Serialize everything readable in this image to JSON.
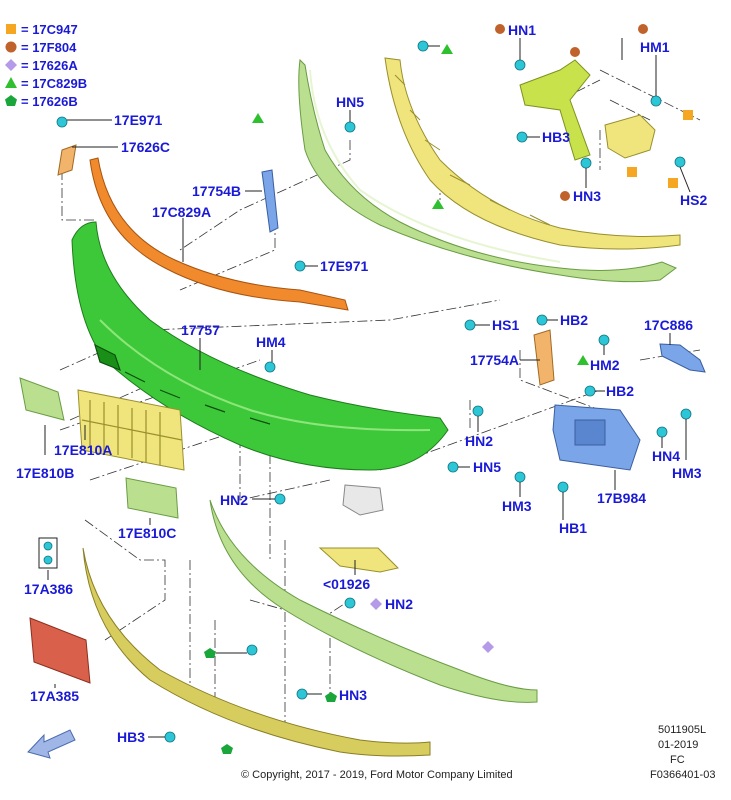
{
  "legend": [
    {
      "symbol": "square",
      "color": "#f5a623",
      "label": "= 17C947"
    },
    {
      "symbol": "circle",
      "color": "#c0622b",
      "label": "= 17F804"
    },
    {
      "symbol": "diamond",
      "color": "#b49ae8",
      "label": "= 17626A"
    },
    {
      "symbol": "triangle",
      "color": "#2fc02f",
      "label": "= 17C829B"
    },
    {
      "symbol": "pentagon",
      "color": "#1aa63a",
      "label": "= 17626B"
    }
  ],
  "callouts": {
    "e971_top": "17E971",
    "c626": "17626C",
    "b754": "17754B",
    "c829a": "17C829A",
    "e971_mid": "17E971",
    "hn5_top": "HN5",
    "hn1": "HN1",
    "hm1": "HM1",
    "hb3_top": "HB3",
    "hn3_top": "HN3",
    "hs2": "HS2",
    "p17757": "17757",
    "hm4": "HM4",
    "hs1": "HS1",
    "hb2_top": "HB2",
    "a754": "17754A",
    "hm2": "HM2",
    "c886": "17C886",
    "hb2_mid": "HB2",
    "hn2_right": "HN2",
    "hn5_mid": "HN5",
    "hn4": "HN4",
    "hm3_right": "HM3",
    "hm3_left": "HM3",
    "b984": "17B984",
    "hb1": "HB1",
    "e810a": "17E810A",
    "e810b": "17E810B",
    "e810c": "17E810C",
    "hn2_left": "HN2",
    "p01926": "<01926",
    "hn2_low": "HN2",
    "a386": "17A386",
    "a385": "17A385",
    "hn3_low": "HN3",
    "hb3_low": "HB3"
  },
  "footer": {
    "copyright": "© Copyright, 2017 - 2019, Ford Motor Company Limited",
    "code1": "5011905L",
    "code2": "01-2019",
    "code3": "FC",
    "code4": "F0366401-03"
  }
}
